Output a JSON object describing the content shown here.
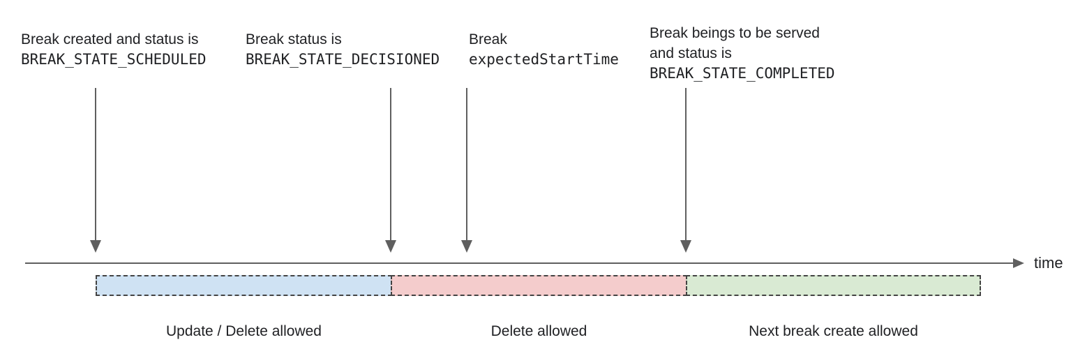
{
  "annotations": [
    {
      "line1": "Break created and status is",
      "code": "BREAK_STATE_SCHEDULED"
    },
    {
      "line1": "Break status is",
      "code": "BREAK_STATE_DECISIONED"
    },
    {
      "line1": "Break",
      "code": "expectedStartTime"
    },
    {
      "line1": "Break beings to be served",
      "line2": "and status is",
      "code": "BREAK_STATE_COMPLETED"
    }
  ],
  "timeline": {
    "axis_label": "time"
  },
  "segments": [
    {
      "label": "Update / Delete allowed",
      "color": "#cfe2f3"
    },
    {
      "label": "Delete allowed",
      "color": "#f4cccc"
    },
    {
      "label": "Next break create allowed",
      "color": "#d9ead3"
    }
  ],
  "colors": {
    "arrow_color": "#5f5f5f",
    "segment_border": "#434343",
    "text_color": "#202124"
  }
}
